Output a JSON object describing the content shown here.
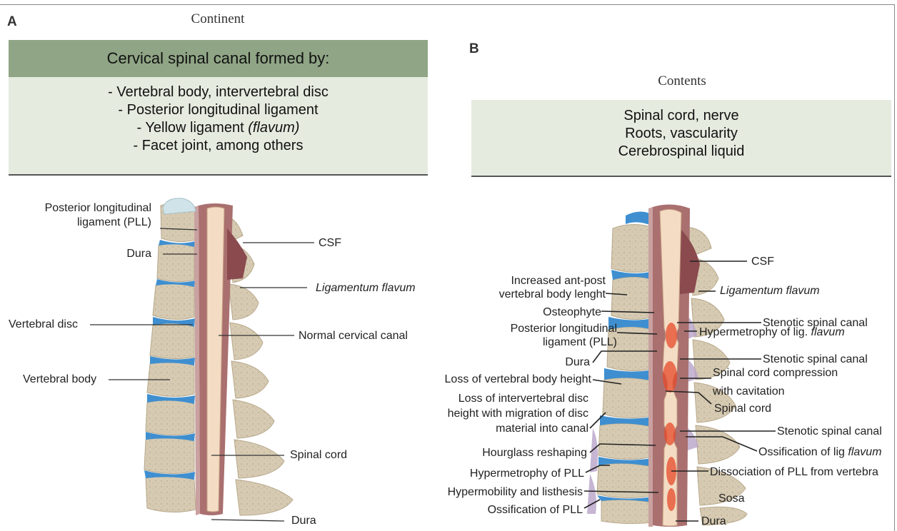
{
  "panel_a": {
    "letter": "A",
    "category": "Continent",
    "header": "Cervical spinal canal formed by:",
    "items": [
      "- Vertebral body, intervertebral disc",
      "- Posterior longitudinal ligament",
      "- Yellow ligament ",
      "- Facet joint, among others"
    ],
    "item_italic": "(flavum)",
    "labels": {
      "pll_1": "Posterior longitudinal",
      "pll_2": "ligament (PLL)",
      "dura_top": "Dura",
      "csf": "CSF",
      "lig_flavum": "Ligamentum flavum",
      "vert_disc": "Vertebral disc",
      "normal_canal": "Normal cervical canal",
      "vert_body": "Vertebral body",
      "spinal_cord": "Spinal cord",
      "dura_bottom": "Dura"
    }
  },
  "panel_b": {
    "letter": "B",
    "category": "Contents",
    "items": [
      "Spinal cord, nerve",
      "Roots, vascularity",
      "Cerebrospinal liquid"
    ],
    "labels": {
      "csf": "CSF",
      "inc_ap_1": "Increased ant-post",
      "inc_ap_2": "vertebral body lenght",
      "lig_flavum": "Ligamentum flavum",
      "osteophyte": "Osteophyte",
      "stenotic_1": "Stenotic spinal canal",
      "pll_1": "Posterior longitudinal",
      "pll_2": "ligament (PLL)",
      "hyper_lig": "Hypermetrophy of lig. ",
      "hyper_lig_italic": "flavum",
      "dura": "Dura",
      "stenotic_2": "Stenotic spinal canal",
      "loss_height": "Loss of vertebral body height",
      "cord_comp": "Spinal cord compression",
      "cavitation": "with cavitation",
      "loss_disc_1": "Loss of intervertebral disc",
      "loss_disc_2": "height with migration of disc",
      "loss_disc_3": "material into canal",
      "spinal_cord": "Spinal cord",
      "stenotic_3": "Stenotic spinal canal",
      "hourglass": "Hourglass reshaping",
      "ossif_lig": "Ossification of lig ",
      "ossif_lig_italic": "flavum",
      "hyper_pll": "Hypermetrophy of PLL",
      "dissociation": "Dissociation of PLL from vertebra",
      "hypermobility": "Hypermobility and listhesis",
      "sosa": "Sosa",
      "ossif_pll": "Ossification of PLL",
      "dura_bottom": "Dura"
    }
  },
  "colors": {
    "header_green": "#8fa585",
    "body_green": "#e6ebe0",
    "bone": "#d9cdb6",
    "disc": "#3f8fd0",
    "canal": "#a9706f",
    "cord": "#f3dcc3",
    "compression": "#e84a2a"
  }
}
